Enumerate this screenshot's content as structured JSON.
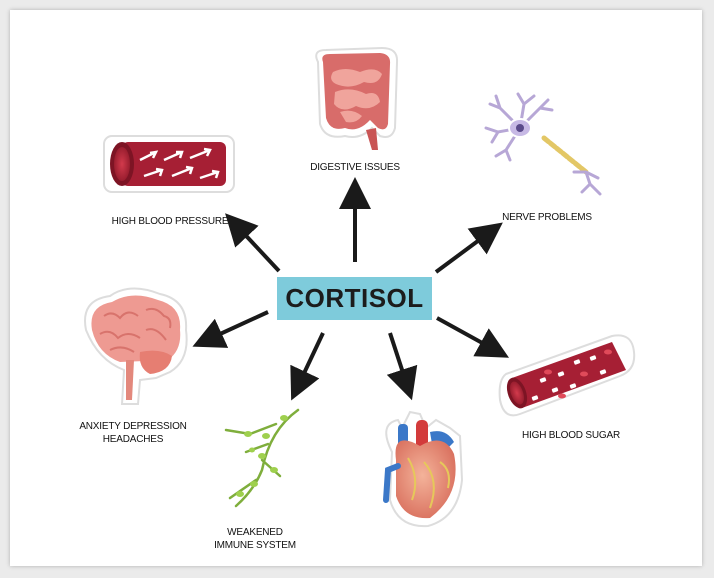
{
  "title": "CORTISOL",
  "effects": [
    {
      "id": "digestive",
      "label": "DIGESTIVE ISSUES",
      "icon": "intestine-icon"
    },
    {
      "id": "nerve",
      "label": "NERVE PROBLEMS",
      "icon": "neuron-icon"
    },
    {
      "id": "blood-sugar",
      "label": "HIGH BLOOD SUGAR",
      "icon": "blood-vessel-sugar-icon"
    },
    {
      "id": "heart",
      "label": "",
      "icon": "heart-icon"
    },
    {
      "id": "immune",
      "label_line1": "WEAKENED",
      "label_line2": "IMMUNE SYSTEM",
      "icon": "lymph-node-icon"
    },
    {
      "id": "brain",
      "label_line1": "ANXIETY  DEPRESSION",
      "label_line2": "HEADACHES",
      "icon": "brain-icon"
    },
    {
      "id": "blood-pressure",
      "label": "HIGH BLOOD PRESSURE",
      "icon": "blood-vessel-pressure-icon"
    }
  ],
  "colors": {
    "center_box": "#7ecbdb",
    "vessel": "#b3243a",
    "organ": "#e88a84",
    "arrow": "#1a1a1a"
  }
}
